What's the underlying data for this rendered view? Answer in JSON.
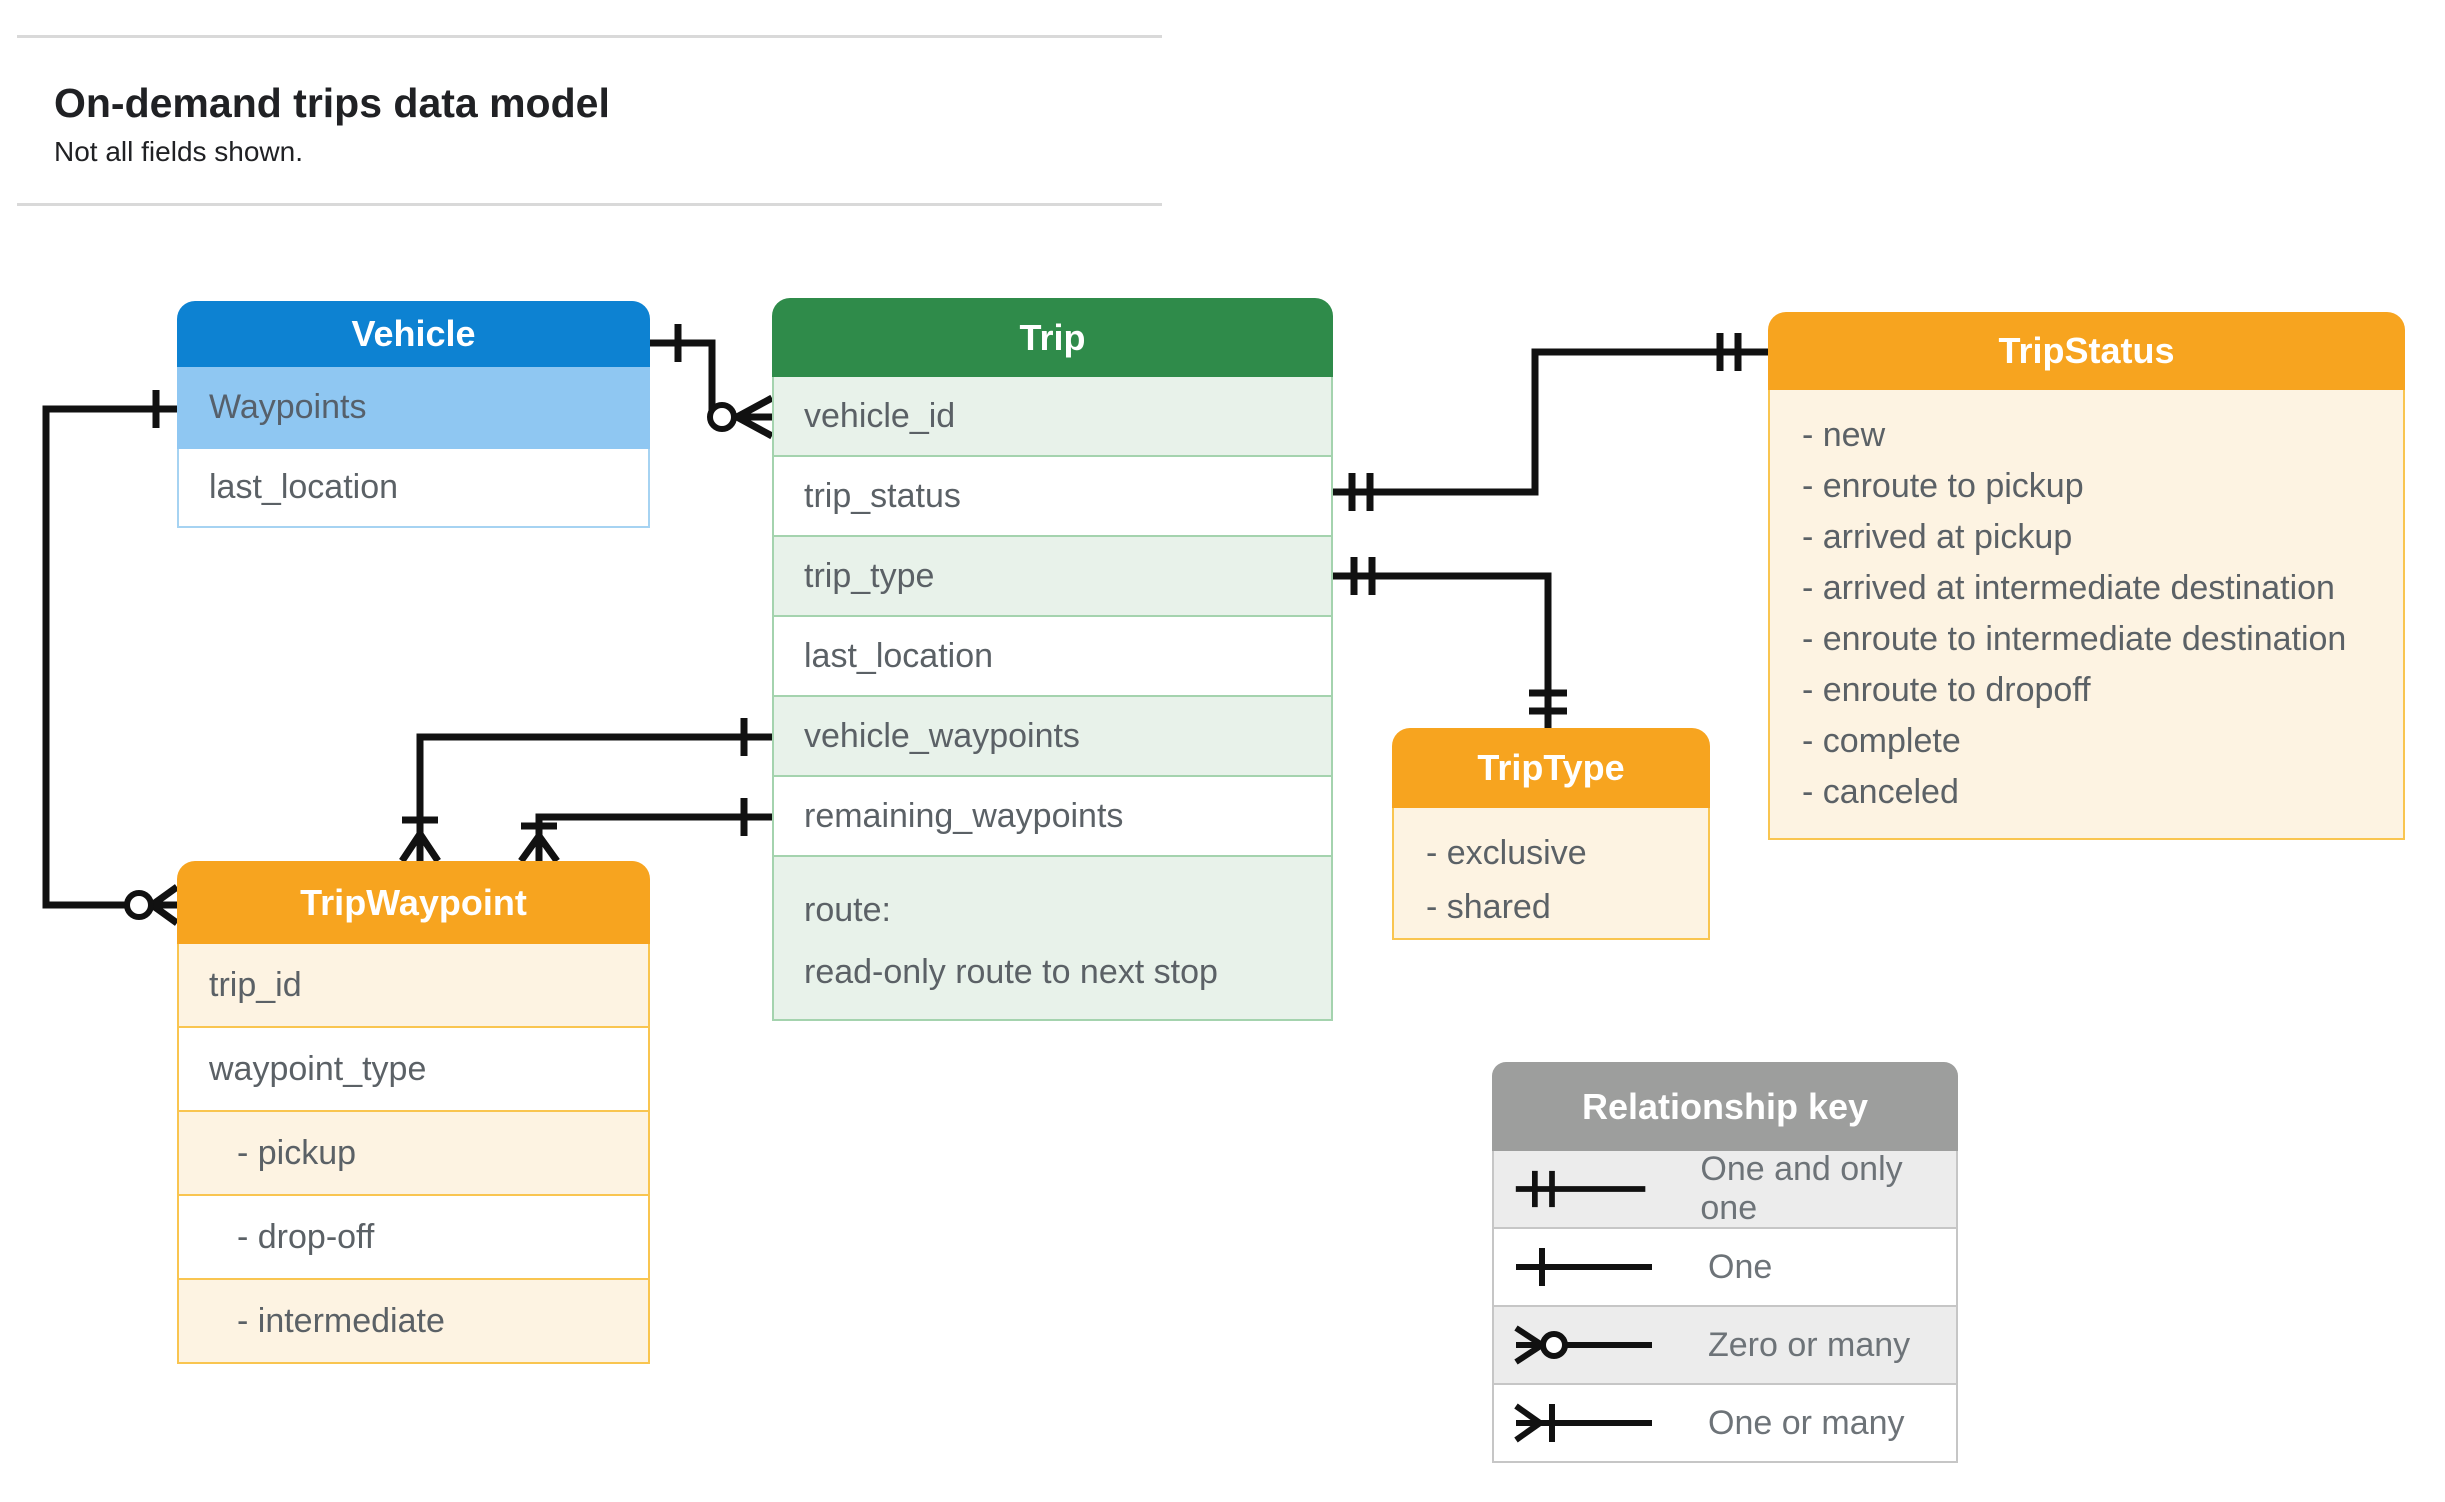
{
  "header": {
    "title": "On-demand trips data model",
    "subtitle": "Not all fields shown."
  },
  "entities": {
    "vehicle": {
      "title": "Vehicle",
      "fields": [
        "Waypoints",
        "last_location"
      ]
    },
    "trip": {
      "title": "Trip",
      "fields": [
        "vehicle_id",
        "trip_status",
        "trip_type",
        "last_location",
        "vehicle_waypoints",
        "remaining_waypoints"
      ],
      "route": {
        "line1": "route:",
        "line2": "read-only route to next stop"
      }
    },
    "trip_status": {
      "title": "TripStatus",
      "values": [
        "- new",
        "- enroute to pickup",
        "- arrived at pickup",
        "- arrived at intermediate destination",
        "- enroute to intermediate destination",
        "- enroute to dropoff",
        "- complete",
        "- canceled"
      ]
    },
    "trip_type": {
      "title": "TripType",
      "values": [
        "- exclusive",
        "- shared"
      ]
    },
    "trip_waypoint": {
      "title": "TripWaypoint",
      "fields": [
        "trip_id",
        "waypoint_type"
      ],
      "values": [
        "- pickup",
        "- drop-off",
        "- intermediate"
      ]
    }
  },
  "legend": {
    "title": "Relationship key",
    "rows": [
      {
        "symbol": "one-and-only-one",
        "label": "One and only one"
      },
      {
        "symbol": "one",
        "label": "One"
      },
      {
        "symbol": "zero-or-many",
        "label": "Zero or many"
      },
      {
        "symbol": "one-or-many",
        "label": "One or many"
      }
    ]
  },
  "relationships": [
    {
      "from": "Vehicle",
      "to": "Trip.vehicle_id",
      "from_cardinality": "one",
      "to_cardinality": "zero-or-many"
    },
    {
      "from": "Trip.trip_status",
      "to": "TripStatus",
      "from_cardinality": "one-and-only-one",
      "to_cardinality": "one-and-only-one"
    },
    {
      "from": "Trip.trip_type",
      "to": "TripType",
      "from_cardinality": "one-and-only-one",
      "to_cardinality": "one-and-only-one"
    },
    {
      "from": "Trip.vehicle_waypoints",
      "to": "TripWaypoint",
      "from_cardinality": "one",
      "to_cardinality": "one-or-many"
    },
    {
      "from": "Trip.remaining_waypoints",
      "to": "TripWaypoint",
      "from_cardinality": "one",
      "to_cardinality": "one-or-many"
    },
    {
      "from": "Vehicle.Waypoints",
      "to": "TripWaypoint",
      "from_cardinality": "one",
      "to_cardinality": "zero-or-many"
    }
  ],
  "colors": {
    "vehicle_header": "#0d82d2",
    "vehicle_highlight_row": "#8fc7f2",
    "trip_header": "#2f8b4a",
    "trip_row_tint": "#e8f2ea",
    "orange_header": "#f7a41f",
    "orange_row_tint": "#fdf3e2",
    "legend_header": "#9d9e9d",
    "legend_row_tint": "#ececec",
    "connector_line": "#111111",
    "field_text": "#5b6166",
    "title_text": "#202124"
  }
}
